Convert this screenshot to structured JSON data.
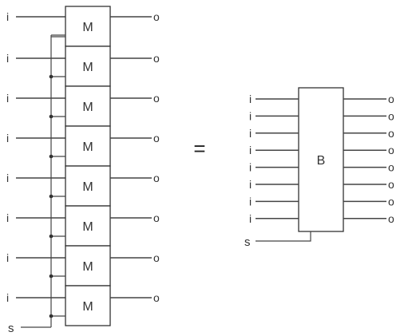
{
  "left_block": {
    "module_label": "M",
    "input_label": "i",
    "output_label": "o",
    "select_label": "s",
    "module_count": 8
  },
  "equivalence_symbol": "=",
  "right_block": {
    "block_label": "B",
    "input_label": "i",
    "output_label": "o",
    "select_label": "s",
    "input_count": 8,
    "output_count": 8
  },
  "colors": {
    "stroke": "#444444",
    "box_fill": "#ffffff",
    "text": "#333333"
  }
}
